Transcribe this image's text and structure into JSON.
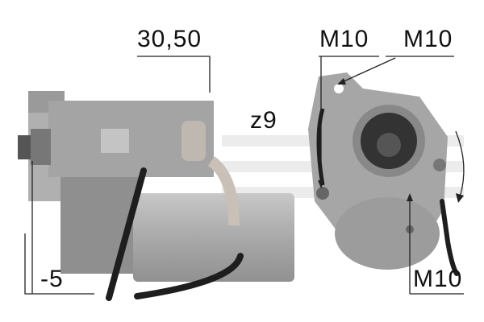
{
  "labels": {
    "voltage_power": "30,50",
    "teeth": "z9",
    "ground": "-5",
    "thread_top_left": "M10",
    "thread_top_right": "M10",
    "thread_bottom": "M10"
  },
  "rotation": "clockwise",
  "colors": {
    "metal": "#a8a8a8",
    "dark": "#1e1e1e",
    "line": "#222222",
    "watermark": "#e6e6e6"
  }
}
